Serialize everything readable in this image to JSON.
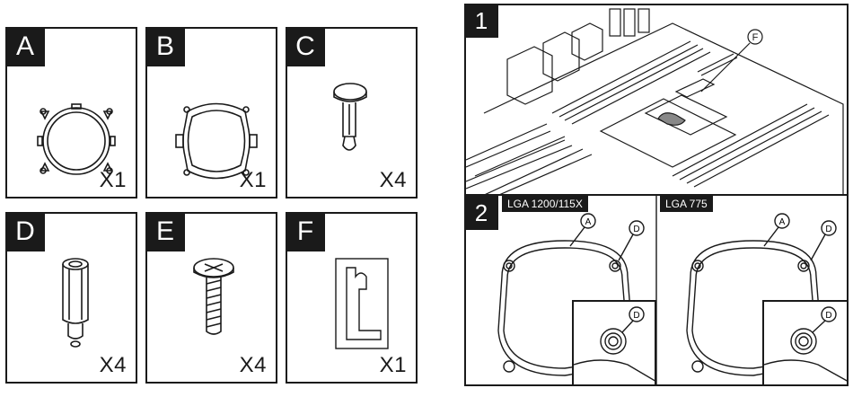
{
  "parts": [
    {
      "letter": "A",
      "qty": "X1",
      "icon": "retention-ring-icon"
    },
    {
      "letter": "B",
      "qty": "X1",
      "icon": "bracket-ring-icon"
    },
    {
      "letter": "C",
      "qty": "X4",
      "icon": "push-pin-icon"
    },
    {
      "letter": "D",
      "qty": "X4",
      "icon": "standoff-icon"
    },
    {
      "letter": "E",
      "qty": "X4",
      "icon": "screw-icon"
    },
    {
      "letter": "F",
      "qty": "X1",
      "icon": "thermal-pad-icon"
    }
  ],
  "steps": {
    "step1": {
      "number": "1",
      "callout": "F"
    },
    "step2": {
      "number": "2",
      "left": {
        "label": "LGA 1200/115X",
        "callout_ring": "A",
        "callout_post": "D",
        "inset_callout": "D"
      },
      "right": {
        "label": "LGA 775",
        "callout_ring": "A",
        "callout_post": "D",
        "inset_callout": "D"
      }
    }
  }
}
